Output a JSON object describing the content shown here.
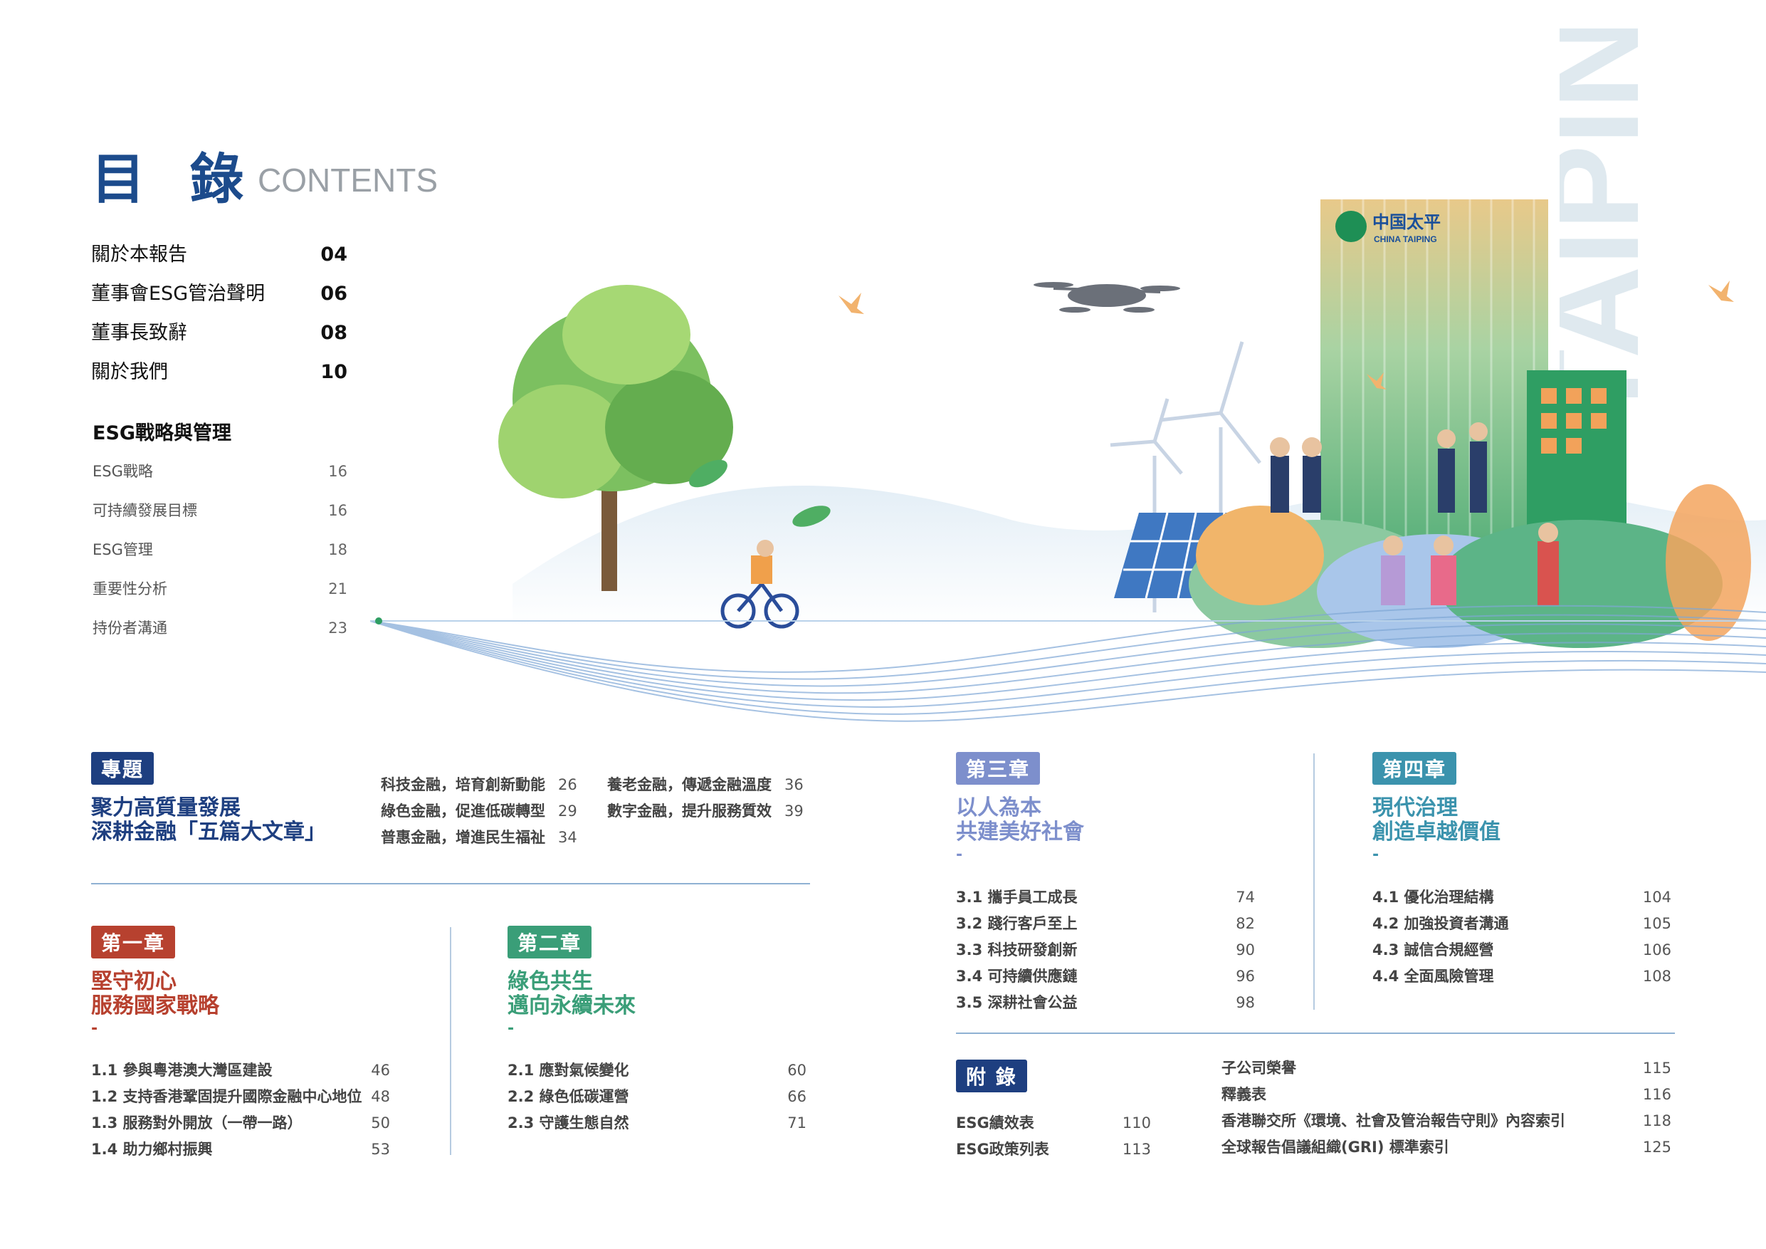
{
  "header": {
    "title_zh": "目 錄",
    "title_en": "CONTENTS"
  },
  "top_items": [
    {
      "label": "關於本報告",
      "page": "04"
    },
    {
      "label": "董事會ESG管治聲明",
      "page": "06"
    },
    {
      "label": "董事長致辭",
      "page": "08"
    },
    {
      "label": "關於我們",
      "page": "10"
    }
  ],
  "esg_section": {
    "title": "ESG戰略與管理",
    "items": [
      {
        "label": "ESG戰略",
        "page": "16"
      },
      {
        "label": "可持續發展目標",
        "page": "16"
      },
      {
        "label": "ESG管理",
        "page": "18"
      },
      {
        "label": "重要性分析",
        "page": "21"
      },
      {
        "label": "持份者溝通",
        "page": "23"
      }
    ]
  },
  "feature": {
    "badge": "專題",
    "heading_line1": "聚力高質量發展",
    "heading_line2": "深耕金融「五篇大文章」",
    "items": [
      {
        "label": "科技金融，培育創新動能",
        "page": "26"
      },
      {
        "label": "綠色金融，促進低碳轉型",
        "page": "29"
      },
      {
        "label": "普惠金融，增進民生福祉",
        "page": "34"
      },
      {
        "label": "養老金融，傳遞金融溫度",
        "page": "36"
      },
      {
        "label": "數字金融，提升服務質效",
        "page": "39"
      }
    ]
  },
  "chapter1": {
    "badge": "第一章",
    "heading_line1": "堅守初心",
    "heading_line2": "服務國家戰略",
    "dash": "-",
    "items": [
      {
        "label": "1.1 參與粵港澳大灣區建設",
        "page": "46"
      },
      {
        "label": "1.2 支持香港鞏固提升國際金融中心地位",
        "page": "48"
      },
      {
        "label": "1.3 服務對外開放（一帶一路）",
        "page": "50"
      },
      {
        "label": "1.4 助力鄉村振興",
        "page": "53"
      }
    ]
  },
  "chapter2": {
    "badge": "第二章",
    "heading_line1": "綠色共生",
    "heading_line2": "邁向永續未來",
    "dash": "-",
    "items": [
      {
        "label": "2.1 應對氣候變化",
        "page": "60"
      },
      {
        "label": "2.2 綠色低碳運營",
        "page": "66"
      },
      {
        "label": "2.3 守護生態自然",
        "page": "71"
      }
    ]
  },
  "chapter3": {
    "badge": "第三章",
    "heading_line1": "以人為本",
    "heading_line2": "共建美好社會",
    "dash": "-",
    "items": [
      {
        "label": "3.1 攜手員工成長",
        "page": "74"
      },
      {
        "label": "3.2 踐行客戶至上",
        "page": "82"
      },
      {
        "label": "3.3 科技研發創新",
        "page": "90"
      },
      {
        "label": "3.4 可持續供應鏈",
        "page": "96"
      },
      {
        "label": "3.5 深耕社會公益",
        "page": "98"
      }
    ]
  },
  "chapter4": {
    "badge": "第四章",
    "heading_line1": "現代治理",
    "heading_line2": "創造卓越價值",
    "dash": "-",
    "items": [
      {
        "label": "4.1 優化治理結構",
        "page": "104"
      },
      {
        "label": "4.2 加強投資者溝通",
        "page": "105"
      },
      {
        "label": "4.3 誠信合規經營",
        "page": "106"
      },
      {
        "label": "4.4 全面風險管理",
        "page": "108"
      }
    ]
  },
  "appendix": {
    "badge": "附 錄",
    "left_items": [
      {
        "label": "ESG績效表",
        "page": "110"
      },
      {
        "label": "ESG政策列表",
        "page": "113"
      }
    ],
    "right_items": [
      {
        "label": "子公司榮譽",
        "page": "115"
      },
      {
        "label": "釋義表",
        "page": "116"
      },
      {
        "label": "香港聯交所《環境、社會及管治報告守則》內容索引",
        "page": "118"
      },
      {
        "label": "全球報告倡議組織(GRI) 標準索引",
        "page": "125"
      }
    ]
  },
  "illustration": {
    "logo_zh": "中国太平",
    "logo_en": "CHINA TAIPING",
    "watermark": "TAIPING"
  },
  "colors": {
    "navy": "#1c4b8c",
    "chapter1": "#b7412f",
    "chapter2": "#3a9e78",
    "chapter3": "#7d8fcc",
    "chapter4": "#3b93ad",
    "appendix": "#1e3f80"
  }
}
